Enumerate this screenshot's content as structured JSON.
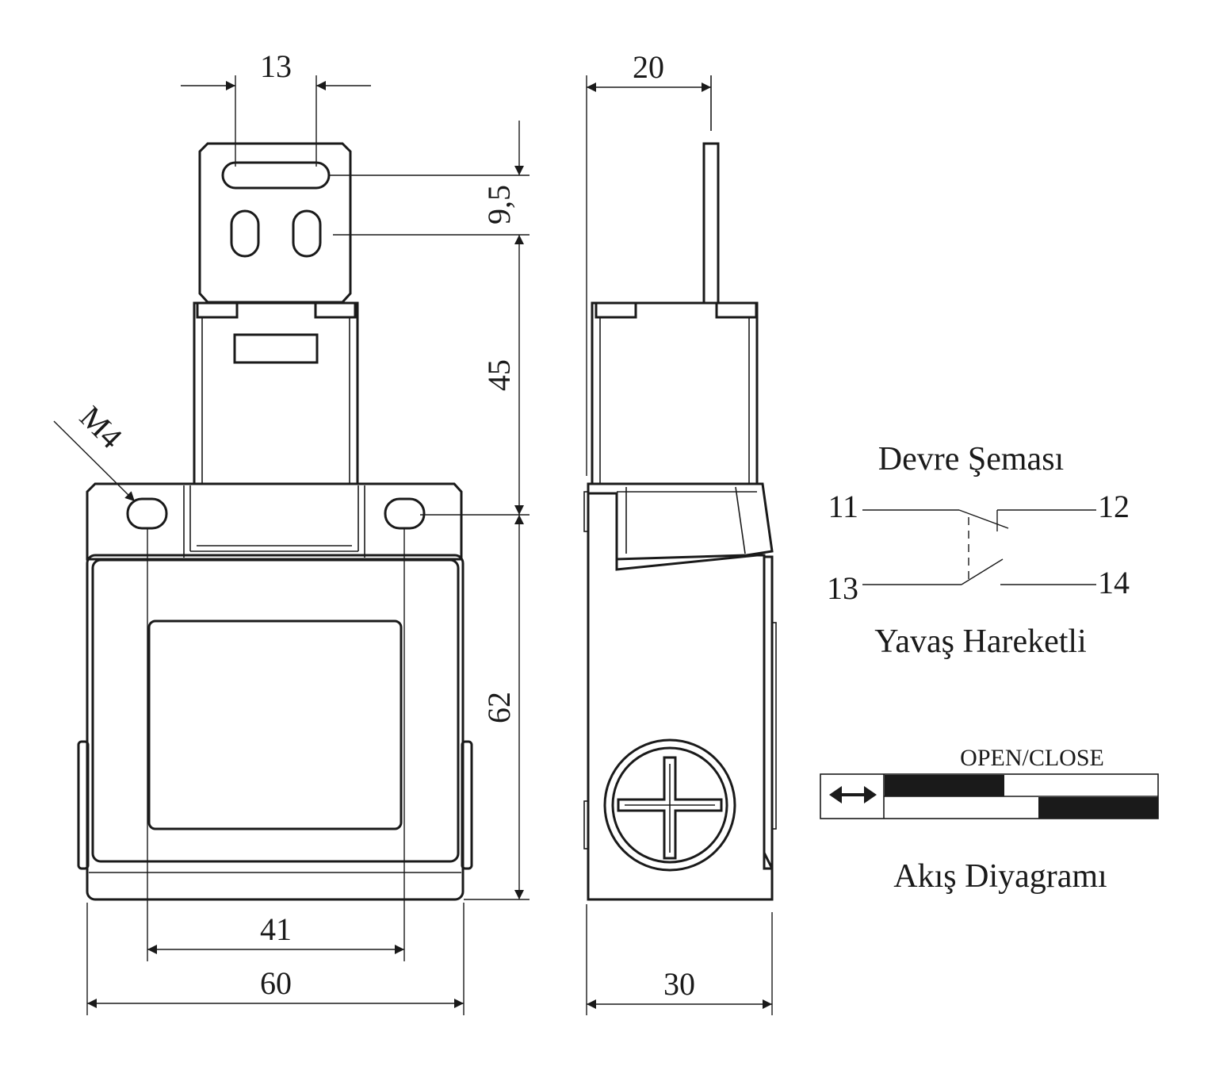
{
  "front_view": {
    "dim_slot_width": "13",
    "dim_slot_pitch": "9,5",
    "dim_actuator_height": "45",
    "dim_body_height": "62",
    "dim_hole_spacing": "41",
    "dim_body_width": "60",
    "thread_label": "M4"
  },
  "side_view": {
    "dim_actuator_depth": "20",
    "dim_body_depth": "30"
  },
  "circuit": {
    "title": "Devre Şeması",
    "terminal_11": "11",
    "terminal_12": "12",
    "terminal_13": "13",
    "terminal_14": "14",
    "subtitle": "Yavaş Hareketli"
  },
  "flow": {
    "header": "OPEN/CLOSE",
    "title": "Akış Diyagramı",
    "symbol": "double-arrow-icon"
  },
  "colors": {
    "line": "#1a1a1a",
    "background": "#ffffff"
  }
}
